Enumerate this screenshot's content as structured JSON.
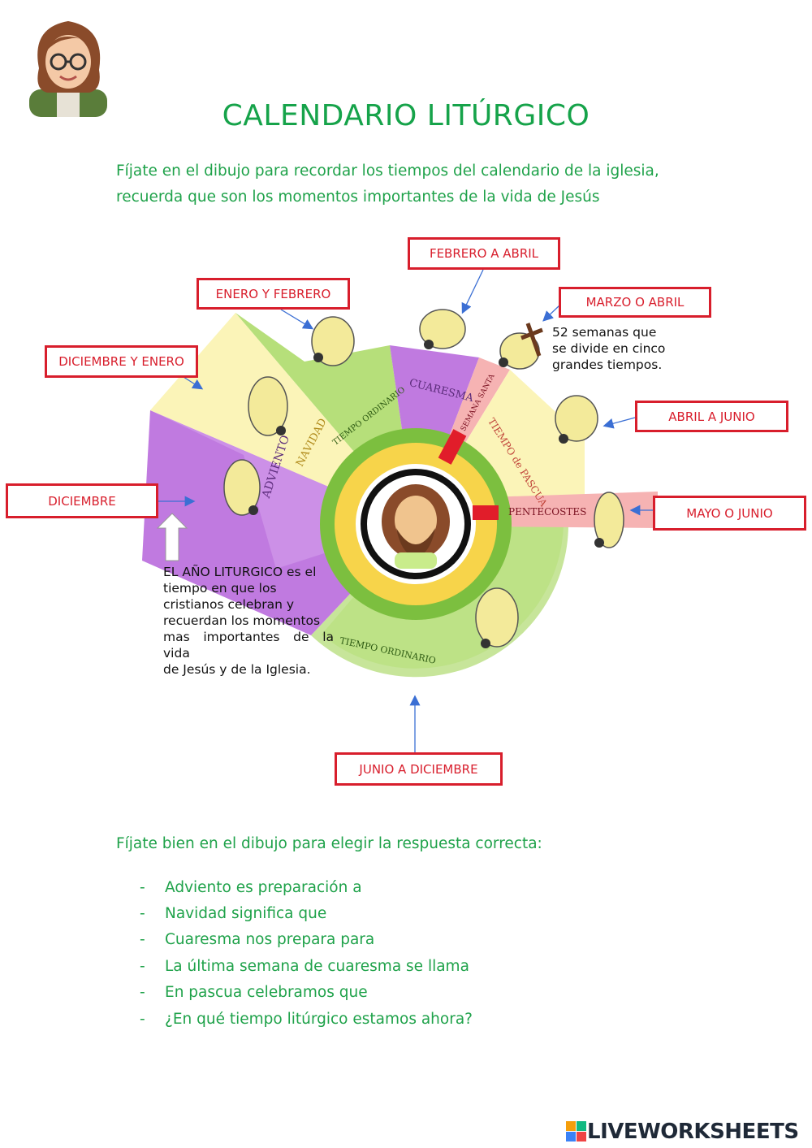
{
  "title": "CALENDARIO LITÚRGICO",
  "intro": {
    "line1": "Fíjate en el dibujo para recordar los tiempos del calendario de la iglesia,",
    "line2": "recuerda que son los momentos importantes de la vida de Jesús"
  },
  "labels": {
    "febrero_abril": "FEBRERO A ABRIL",
    "enero_febrero": "ENERO Y FEBRERO",
    "marzo_abril": "MARZO O ABRIL",
    "diciembre_enero": "DICIEMBRE Y ENERO",
    "abril_junio": "ABRIL A JUNIO",
    "diciembre": "DICIEMBRE",
    "mayo_junio": "MAYO O JUNIO",
    "junio_diciembre": "JUNIO A DICIEMBRE"
  },
  "wheel": {
    "adviento": "ADVIENTO",
    "navidad": "NAVIDAD",
    "tiempo_ordinario_1": "TIEMPO ORDINARIO",
    "cuaresma": "CUARESMA",
    "semana_santa": "SEMANA SANTA",
    "tiempo_pascua": "TIEMPO de PASCUA",
    "pentecostes": "PENTECOSTES",
    "tiempo_ordinario_2": "TIEMPO ORDINARIO"
  },
  "notes": {
    "weeks": [
      "52 semanas que",
      "se divide en cinco",
      "grandes tiempos."
    ],
    "year": [
      "EL AÑO LITURGICO es el",
      "tiempo en que los",
      "cristianos celebran y",
      "recuerdan los momentos",
      "mas importantes de la vida",
      "de Jesús y de la Iglesia."
    ]
  },
  "instructions": "Fíjate bien en el dibujo para elegir la respuesta correcta:",
  "questions": [
    "Adviento es preparación a",
    "Navidad significa que",
    "Cuaresma nos prepara para",
    "La última semana de cuaresma se llama",
    "En pascua celebramos que",
    "¿En qué tiempo litúrgico estamos ahora?"
  ],
  "dash": "-",
  "brand": "LIVEWORKSHEETS",
  "colors": {
    "green_text": "#1fa24a",
    "red_label": "#d81e2c",
    "purple": "#c07ae0",
    "light_green": "#b6df7a",
    "yellow": "#fbf4b8",
    "pink": "#f6b3b3"
  }
}
